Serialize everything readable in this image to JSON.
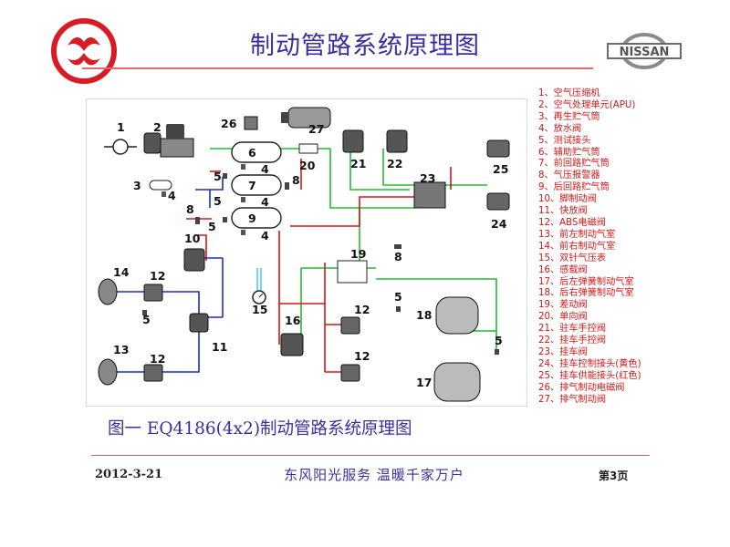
{
  "slide": {
    "title": "制动管路系统原理图",
    "caption": "图一 EQ4186(4x2)制动管路系统原理图",
    "footer_date": "2012-3-21",
    "footer_slogan": "东风阳光服务   温暖千家万户",
    "footer_page": "第3页",
    "brand_logo_text": "NISSAN"
  },
  "colors": {
    "title": "#3a2fa0",
    "legend": "#d01818",
    "line_red": "#d01818",
    "line_green": "#22bb33",
    "line_blue": "#1a2fc0",
    "line_cyan": "#35c8e0",
    "logo_red": "#d81c24"
  },
  "legend": [
    "1、空气压缩机",
    "2、空气处理单元(APU)",
    "3、再生贮气筒",
    "4、放水阀",
    "5、测试接头",
    "6、辅助贮气筒",
    "7、前回路贮气筒",
    "8、气压报警器",
    "9、后回路贮气筒",
    "10、脚制动阀",
    "11、快放阀",
    "12、ABS电磁阀",
    "13、前左制动气室",
    "14、前右制动气室",
    "15、双针气压表",
    "16、感载阀",
    "17、后左弹簧制动气室",
    "18、后右弹簧制动气室",
    "19、差动阀",
    "20、单向阀",
    "21、驻车手控阀",
    "22、挂车手控阀",
    "23、挂车阀",
    "24、挂车控制接头(黄色)",
    "25、挂车供能接头(红色)",
    "26、排气制动电磁阀",
    "27、排气制动阀"
  ],
  "diagram_labels": {
    "n1": "1",
    "n2": "2",
    "n3": "3",
    "n4a": "4",
    "n4b": "4",
    "n4c": "4",
    "n4d": "4",
    "n5a": "5",
    "n5b": "5",
    "n5c": "5",
    "n5d": "5",
    "n5e": "5",
    "n6": "6",
    "n7": "7",
    "n8a": "8",
    "n8b": "8",
    "n8c": "8",
    "n9": "9",
    "n10": "10",
    "n11": "11",
    "n12a": "12",
    "n12b": "12",
    "n12c": "12",
    "n12d": "12",
    "n13": "13",
    "n14": "14",
    "n15": "15",
    "n16": "16",
    "n17": "17",
    "n18": "18",
    "n19": "19",
    "n20": "20",
    "n21": "21",
    "n22": "22",
    "n23": "23",
    "n24": "24",
    "n25": "25",
    "n26": "26",
    "n27": "27"
  }
}
